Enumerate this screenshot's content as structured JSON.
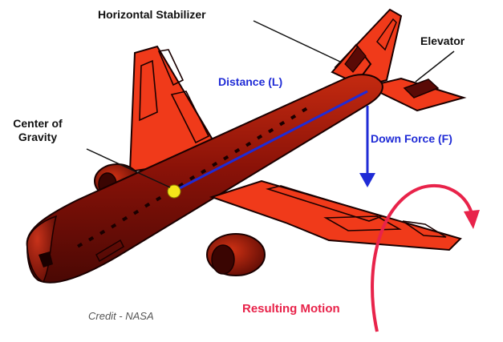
{
  "labels": {
    "horizontal_stabilizer": "Horizontal Stabilizer",
    "elevator": "Elevator",
    "distance": "Distance (L)",
    "center_of_gravity_line1": "Center of",
    "center_of_gravity_line2": "Gravity",
    "down_force": "Down Force (F)",
    "resulting_motion": "Resulting Motion",
    "credit": "Credit - NASA"
  },
  "colors": {
    "airplane_red": "#f03a1a",
    "fuselage_dark": "#8a1208",
    "outline": "#1a0000",
    "distance_line": "#1f2bd6",
    "down_force_arrow": "#1f2bd6",
    "center_of_gravity_dot": "#f5e51a",
    "resulting_motion": "#e8234a",
    "elevator": "#5a0a06"
  }
}
